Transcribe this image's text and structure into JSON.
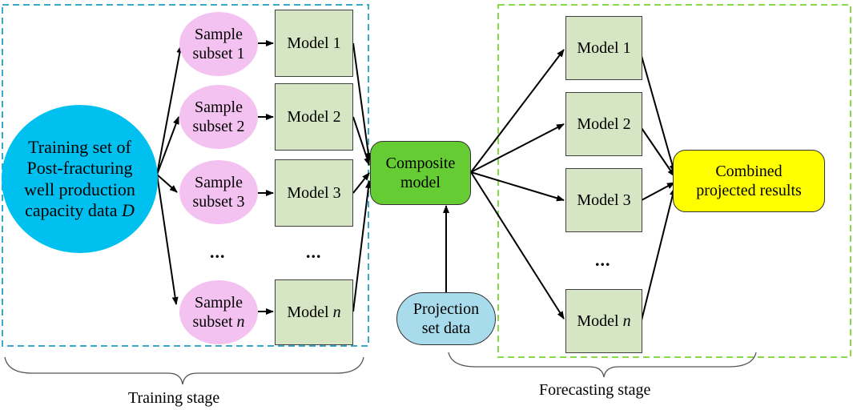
{
  "colors": {
    "training_border": "#3aa8c8",
    "forecast_border": "#88d84a",
    "training_set_fill": "#00c0f0",
    "sample_fill": "#f4c2f0",
    "model_fill": "#d6e6c4",
    "composite_fill": "#66cc33",
    "combined_fill": "#ffff00",
    "projection_fill": "#a8dcec"
  },
  "training_set": {
    "line1": "Training set of",
    "line2": "Post-fracturing",
    "line3": "well production",
    "line4_text": "capacity data ",
    "line4_var": "D"
  },
  "samples": [
    {
      "line1": "Sample",
      "line2_text": "subset 1",
      "line2_var": ""
    },
    {
      "line1": "Sample",
      "line2_text": "subset 2",
      "line2_var": ""
    },
    {
      "line1": "Sample",
      "line2_text": "subset 3",
      "line2_var": ""
    },
    {
      "line1": "Sample",
      "line2_text": "subset ",
      "line2_var": "n"
    }
  ],
  "training_models": [
    {
      "text": "Model 1",
      "var": ""
    },
    {
      "text": "Model 2",
      "var": ""
    },
    {
      "text": "Model 3",
      "var": ""
    },
    {
      "text": "Model ",
      "var": "n"
    }
  ],
  "forecast_models": [
    {
      "text": "Model 1",
      "var": ""
    },
    {
      "text": "Model 2",
      "var": ""
    },
    {
      "text": "Model 3",
      "var": ""
    },
    {
      "text": "Model ",
      "var": "n"
    }
  ],
  "ellipsis": "...",
  "composite": {
    "line1": "Composite",
    "line2": "model"
  },
  "combined": {
    "line1": "Combined",
    "line2": "projected results"
  },
  "projection": {
    "line1": "Projection",
    "line2": "set data"
  },
  "stages": {
    "training": "Training stage",
    "forecasting": "Forecasting stage"
  }
}
